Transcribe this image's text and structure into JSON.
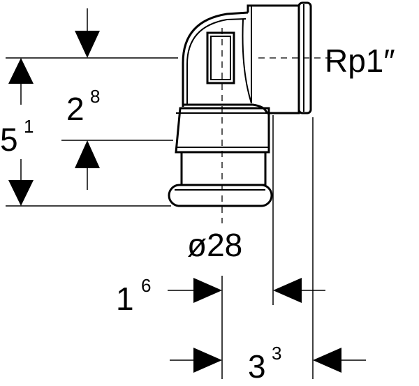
{
  "labels": {
    "thread": "Rp1″",
    "diameter": "ø28",
    "dim_5_1": {
      "base": "5",
      "sup": "1"
    },
    "dim_2_8": {
      "base": "2",
      "sup": "8"
    },
    "dim_1_6": {
      "base": "1",
      "sup": "6"
    },
    "dim_3_3": {
      "base": "3",
      "sup": "3"
    }
  }
}
